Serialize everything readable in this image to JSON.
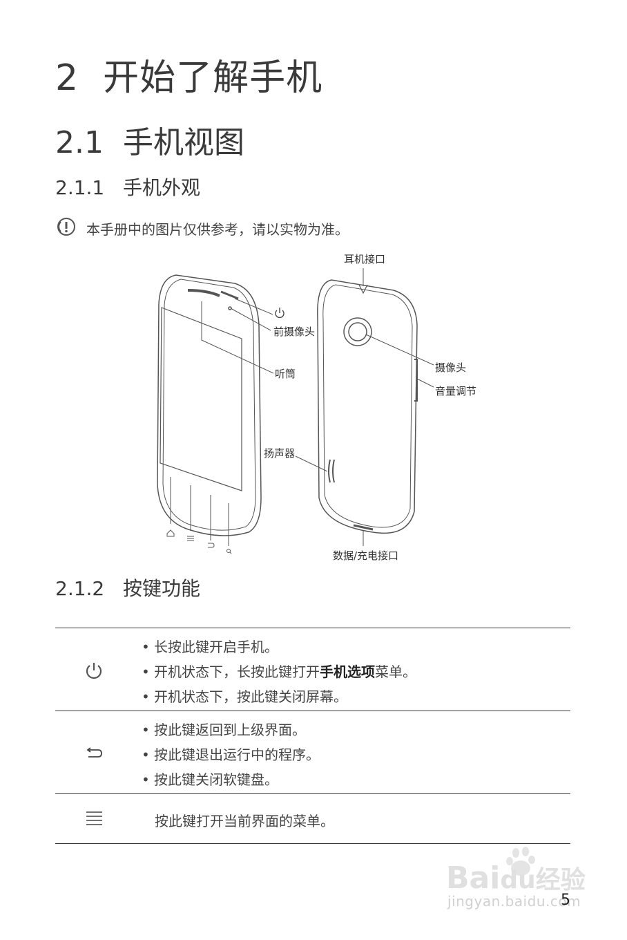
{
  "chapter": {
    "number": "2",
    "title": "开始了解手机"
  },
  "section": {
    "number": "2.1",
    "title": "手机视图"
  },
  "subsection1": {
    "number": "2.1.1",
    "title": "手机外观"
  },
  "note": {
    "text": "本手册中的图片仅供参考，请以实物为准。"
  },
  "figure_labels": {
    "earphone_jack": "耳机接口",
    "front_camera": "前摄像头",
    "earpiece": "听筒",
    "camera": "摄像头",
    "volume": "音量调节",
    "speaker": "扬声器",
    "data_port": "数据/充电接口"
  },
  "subsection2": {
    "number": "2.1.2",
    "title": "按键功能"
  },
  "key_table": {
    "power": {
      "icon": "power-icon",
      "items": [
        "长按此键开启手机。",
        "开机状态下，长按此键打开",
        "开机状态下，按此键关闭屏幕。"
      ],
      "bold": "手机选项",
      "after_bold": "菜单。"
    },
    "back": {
      "icon": "back-icon",
      "items": [
        "按此键返回到上级界面。",
        "按此键退出运行中的程序。",
        "按此键关闭软键盘。"
      ]
    },
    "menu": {
      "icon": "menu-icon",
      "text": "按此键打开当前界面的菜单。"
    },
    "bullet": "•"
  },
  "watermark": {
    "brand": "Bai",
    "brand2": "du",
    "jingyan": "经验",
    "url": "jingyan.baidu.com"
  },
  "page_number": "5"
}
